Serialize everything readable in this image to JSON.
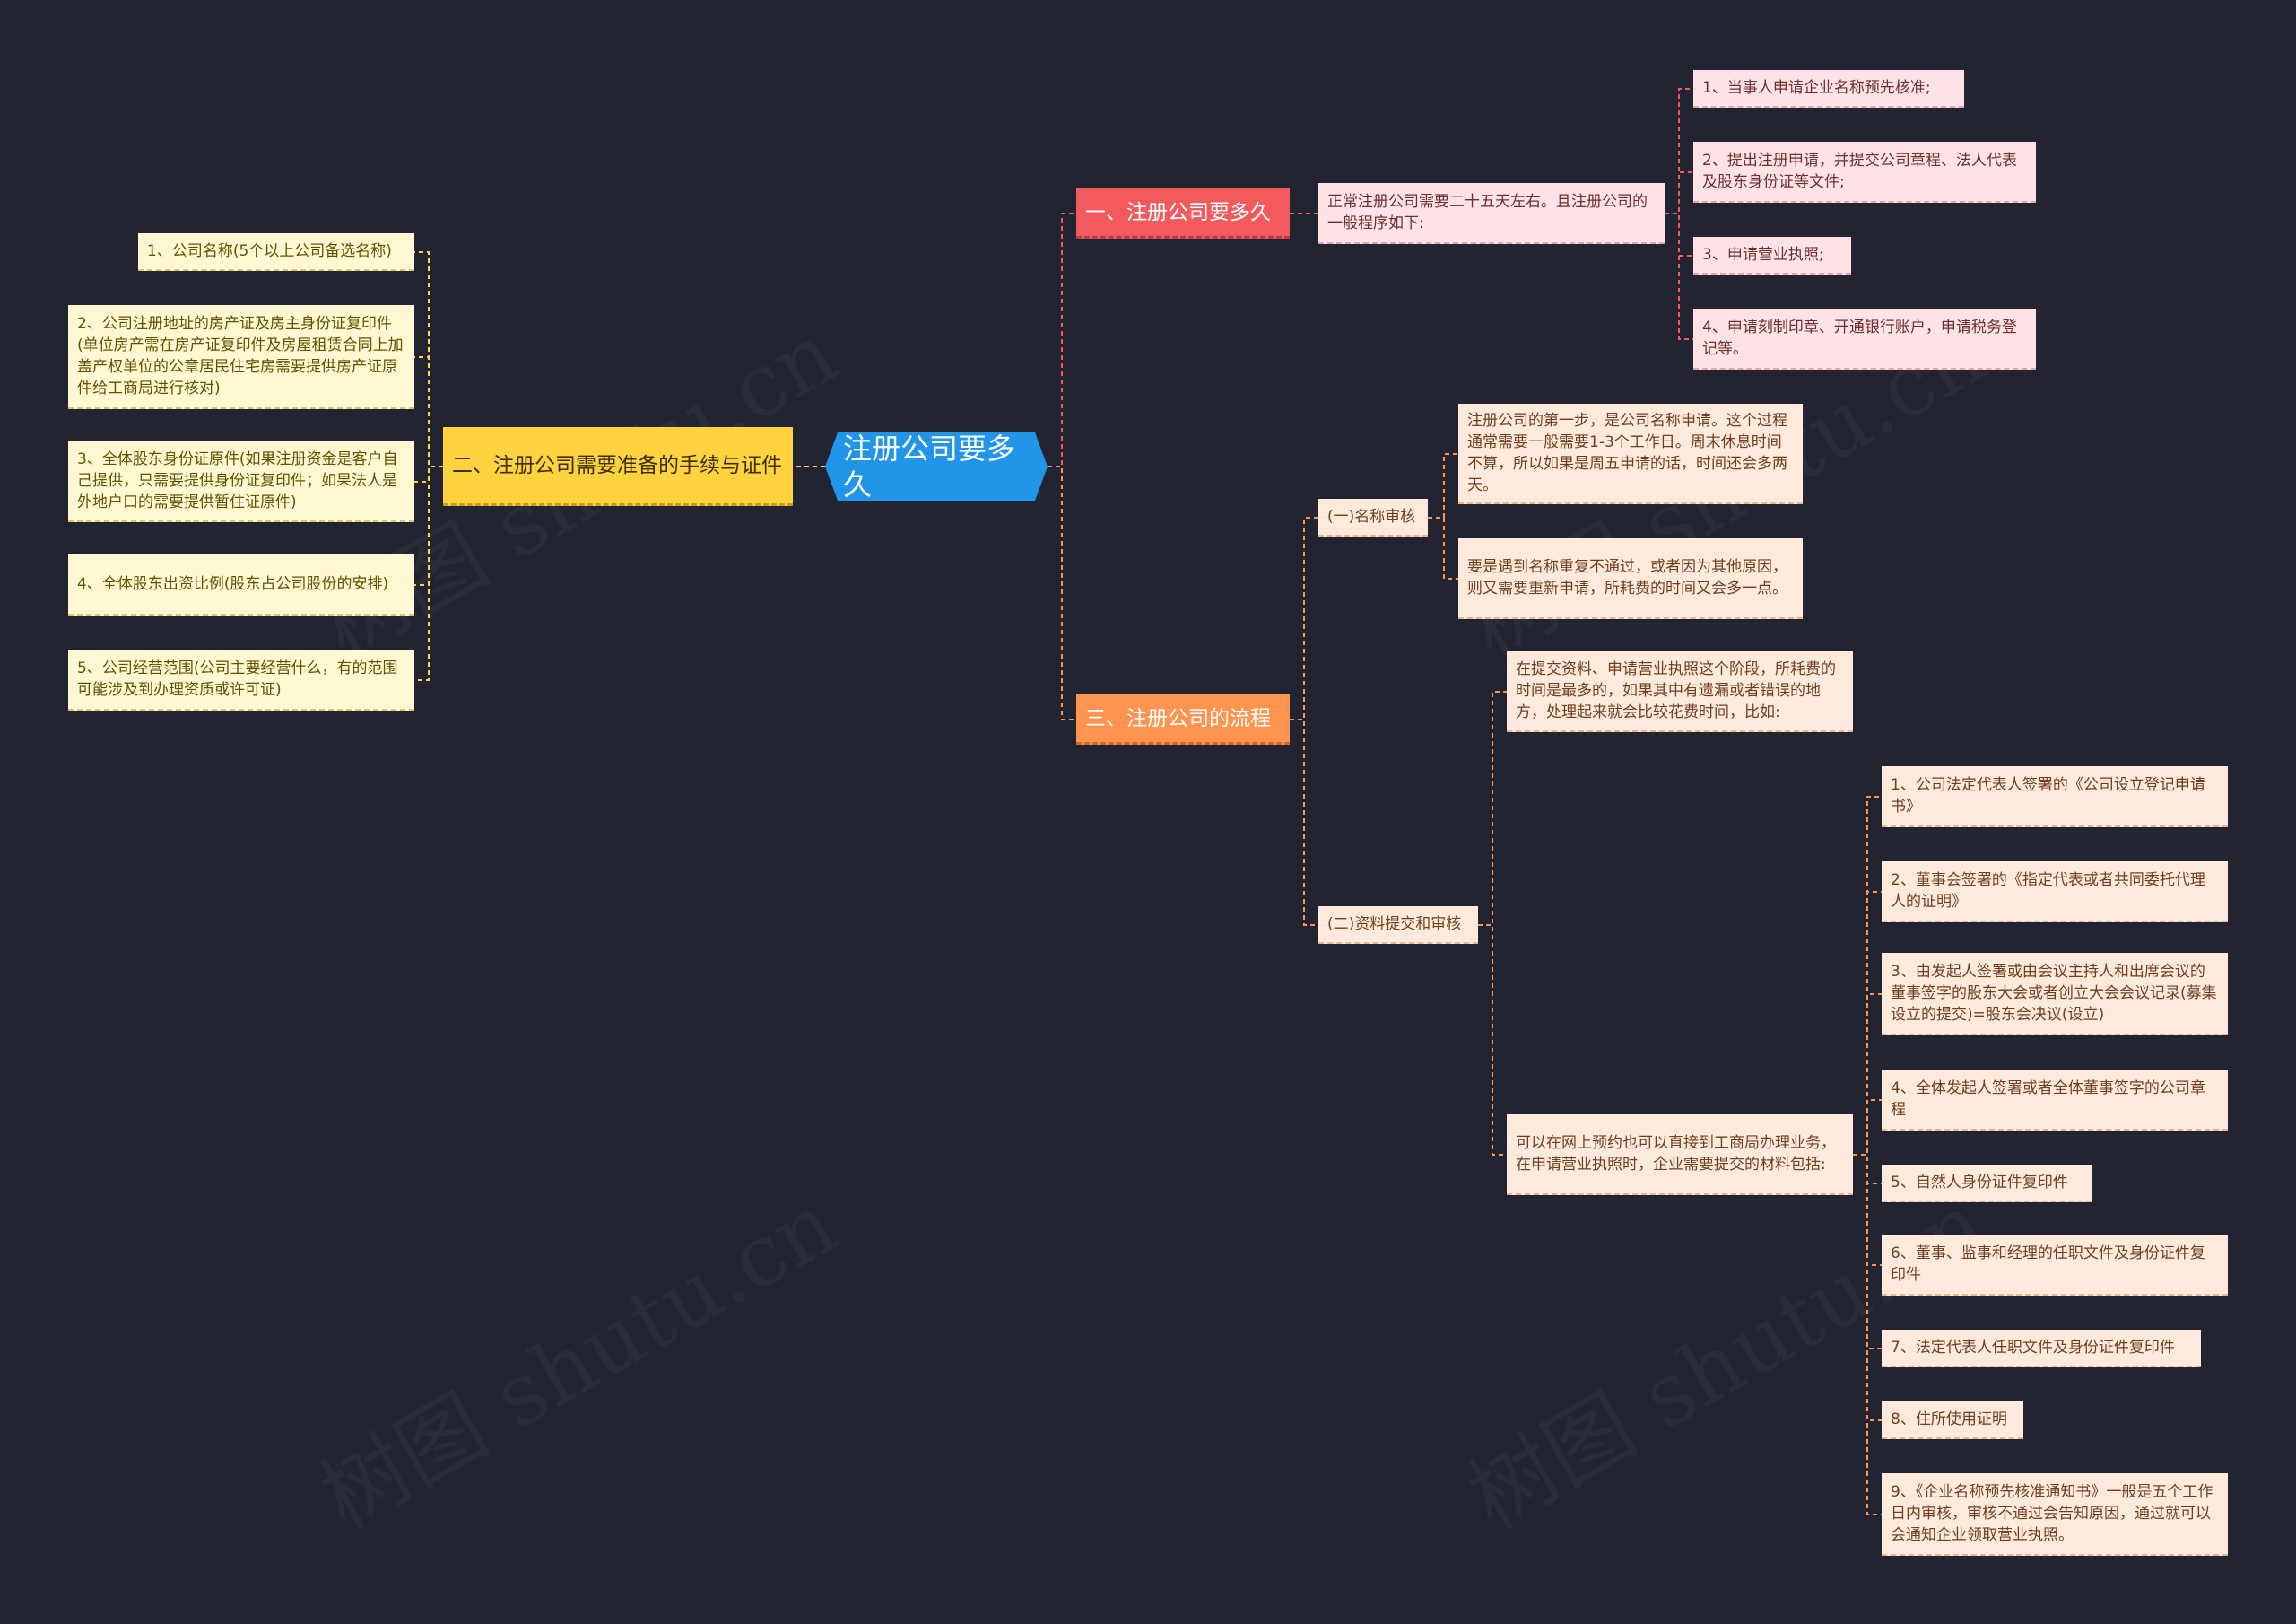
{
  "watermark": "树图 shutu.cn",
  "colors": {
    "background": "#222431",
    "root": "#2196e8",
    "branch1": "#f25a5e",
    "branch2": "#ffd23f",
    "branch3": "#ff9450"
  },
  "root": {
    "label": "注册公司要多久"
  },
  "branch1": {
    "label": "一、注册公司要多久",
    "summary": "正常注册公司需要二十五天左右。且注册公司的一般程序如下:",
    "steps": [
      "1、当事人申请企业名称预先核准;",
      "2、提出注册申请，并提交公司章程、法人代表及股东身份证等文件;",
      "3、申请营业执照;",
      "4、申请刻制印章、开通银行账户，申请税务登记等。"
    ]
  },
  "branch2": {
    "label": "二、注册公司需要准备的手续与证件",
    "items": [
      "1、公司名称(5个以上公司备选名称)",
      "2、公司注册地址的房产证及房主身份证复印件(单位房产需在房产证复印件及房屋租赁合同上加盖产权单位的公章居民住宅房需要提供房产证原件给工商局进行核对)",
      "3、全体股东身份证原件(如果注册资金是客户自己提供，只需要提供身份证复印件；如果法人是外地户口的需要提供暂住证原件)",
      "4、全体股东出资比例(股东占公司股份的安排)",
      "5、公司经营范围(公司主要经营什么，有的范围可能涉及到办理资质或许可证)"
    ]
  },
  "branch3": {
    "label": "三、注册公司的流程",
    "sub1": {
      "label": "(一)名称审核",
      "items": [
        "注册公司的第一步，是公司名称申请。这个过程通常需要一般需要1-3个工作日。周末休息时间不算，所以如果是周五申请的话，时间还会多两天。",
        "要是遇到名称重复不通过，或者因为其他原因，则又需要重新申请，所耗费的时间又会多一点。"
      ]
    },
    "sub2": {
      "label": "(二)资料提交和审核",
      "intro": "在提交资料、申请营业执照这个阶段，所耗费的时间是最多的，如果其中有遗漏或者错误的地方，处理起来就会比较花费时间，比如:",
      "online": "可以在网上预约也可以直接到工商局办理业务，在申请营业执照时，企业需要提交的材料包括:",
      "materials": [
        "1、公司法定代表人签署的《公司设立登记申请书》",
        "2、董事会签署的《指定代表或者共同委托代理人的证明》",
        "3、由发起人签署或由会议主持人和出席会议的董事签字的股东大会或者创立大会会议记录(募集设立的提交)=股东会决议(设立)",
        "4、全体发起人签署或者全体董事签字的公司章程",
        "5、自然人身份证件复印件",
        "6、董事、监事和经理的任职文件及身份证件复印件",
        "7、法定代表人任职文件及身份证件复印件",
        "8、住所使用证明",
        "9、《企业名称预先核准通知书》一般是五个工作日内审核，审核不通过会告知原因，通过就可以会通知企业领取营业执照。"
      ]
    }
  }
}
